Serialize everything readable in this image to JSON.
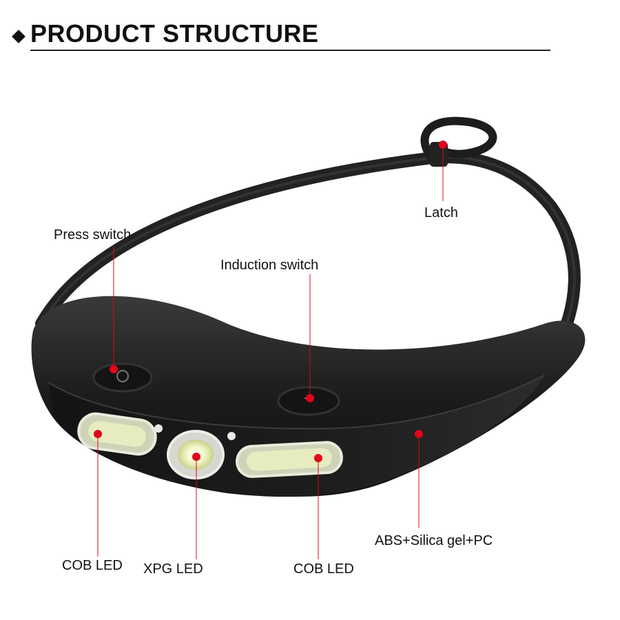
{
  "header": {
    "title": "PRODUCT STRUCTURE"
  },
  "labels": {
    "latch": "Latch",
    "press_switch": "Press switch",
    "induction_switch": "Induction switch",
    "material": "ABS+Silica gel+PC",
    "cob_led_left": "COB LED",
    "xpg_led": "XPG LED",
    "cob_led_right": "COB LED"
  },
  "colors": {
    "accent": "#e1061b",
    "body": "#1f1f1f",
    "strap": "#2a2a2a",
    "text": "#111111"
  }
}
